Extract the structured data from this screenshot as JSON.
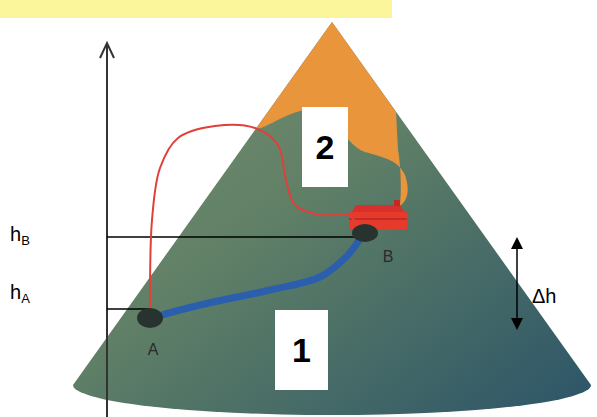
{
  "diagram": {
    "nodes": [
      {
        "text": [
          "2"
        ]
      },
      {
        "text": [
          "B"
        ]
      },
      {
        "text": [
          "A"
        ]
      },
      {
        "text": [
          "1"
        ]
      }
    ],
    "edges": [
      {
        "from": 2,
        "to": 1,
        "arrow": "none"
      },
      {
        "from": 2,
        "to": 1,
        "arrow": "none"
      }
    ],
    "labels": [
      "hB",
      "hA",
      "Δh"
    ]
  }
}
